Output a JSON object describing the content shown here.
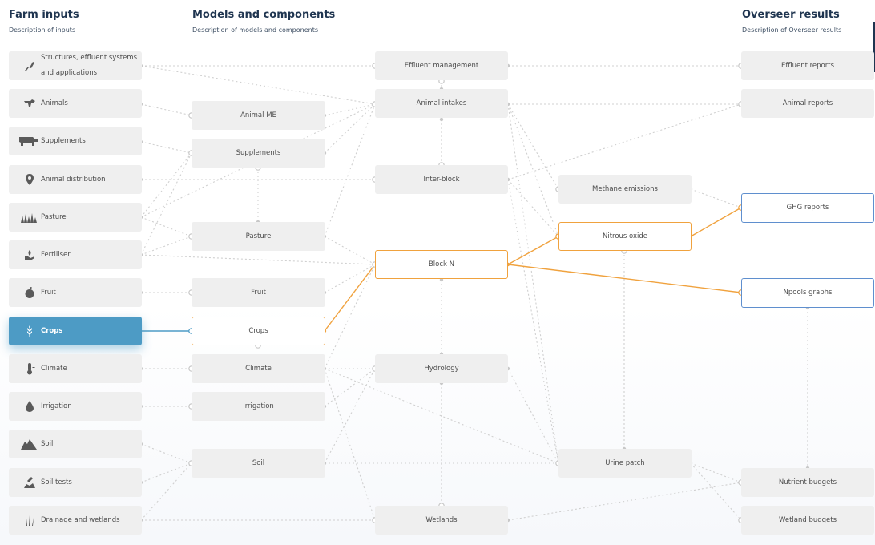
{
  "headers": {
    "farm_inputs": {
      "title": "Farm inputs",
      "desc": "Description of inputs"
    },
    "models": {
      "title": "Models and components",
      "desc": "Description of models and components"
    },
    "results": {
      "title": "Overseer results",
      "desc": "Description of Overseer results"
    }
  },
  "colors": {
    "link": "#d0d0d0",
    "highlight": "#f0a23e",
    "selected": "#4d9bc5",
    "result_border": "#5f8fce"
  },
  "inputs": [
    {
      "label": "Structures, effluent systems and applications",
      "icon": "effluent-icon"
    },
    {
      "label": "Animals",
      "icon": "animals-icon"
    },
    {
      "label": "Supplements",
      "icon": "supplements-icon"
    },
    {
      "label": "Animal distribution",
      "icon": "location-pin-icon"
    },
    {
      "label": "Pasture",
      "icon": "grass-icon"
    },
    {
      "label": "Fertiliser",
      "icon": "fertiliser-icon"
    },
    {
      "label": "Fruit",
      "icon": "fruit-icon"
    },
    {
      "label": "Crops",
      "icon": "wheat-icon"
    },
    {
      "label": "Climate",
      "icon": "thermometer-icon"
    },
    {
      "label": "Irrigation",
      "icon": "water-drop-icon"
    },
    {
      "label": "Soil",
      "icon": "soil-icon"
    },
    {
      "label": "Soil tests",
      "icon": "soil-test-icon"
    },
    {
      "label": "Drainage and wetlands",
      "icon": "wetland-plant-icon"
    }
  ],
  "models_col": {
    "animal_me": "Animal ME",
    "supplements": "Supplements",
    "pasture": "Pasture",
    "fruit": "Fruit",
    "crops": "Crops",
    "climate": "Climate",
    "irrigation": "Irrigation",
    "soil": "Soil"
  },
  "components": {
    "effluent_management": "Effluent management",
    "animal_intakes": "Animal intakes",
    "inter_block": "Inter-block",
    "block_n": "Block N",
    "hydrology": "Hydrology",
    "wetlands": "Wetlands"
  },
  "processes": {
    "methane": "Methane emissions",
    "nitrous": "Nitrous oxide",
    "urine": "Urine patch"
  },
  "results": {
    "effluent_reports": "Effluent reports",
    "animal_reports": "Animal reports",
    "ghg_reports": "GHG reports",
    "npools_graphs": "Npools graphs",
    "nutrient_budgets": "Nutrient budgets",
    "wetland_budgets": "Wetland budgets"
  }
}
